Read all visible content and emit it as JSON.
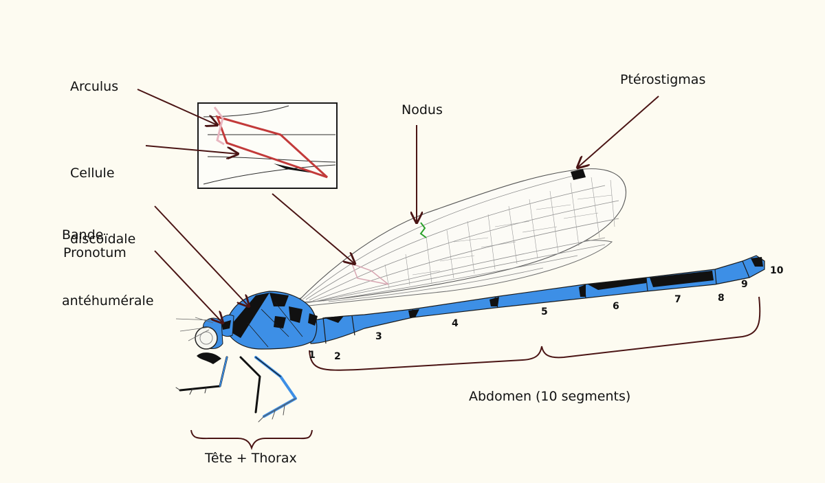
{
  "labels": {
    "arculus": "Arculus",
    "cellule_line1": "Cellule",
    "cellule_line2": "discoïdale",
    "bande_line1": "Bande",
    "bande_line2": "antéhumérale",
    "pronotum": "Pronotum",
    "nodus": "Nodus",
    "pterostigmas": "Ptérostigmas",
    "abdomen": "Abdomen (10 segments)",
    "tete_thorax": "Tête + Thorax"
  },
  "segments": [
    "1",
    "2",
    "3",
    "4",
    "5",
    "6",
    "7",
    "8",
    "9",
    "10"
  ],
  "colors": {
    "body_blue": "#3d8fe6",
    "body_black": "#111111",
    "arrow": "#4a1414",
    "arculus_vein": "#c23a3a",
    "arculus_pale": "#e8b6c0",
    "nodus": "#2aa02a",
    "wing_vein": "#8a8a8a",
    "background": "#fdfbf1"
  }
}
